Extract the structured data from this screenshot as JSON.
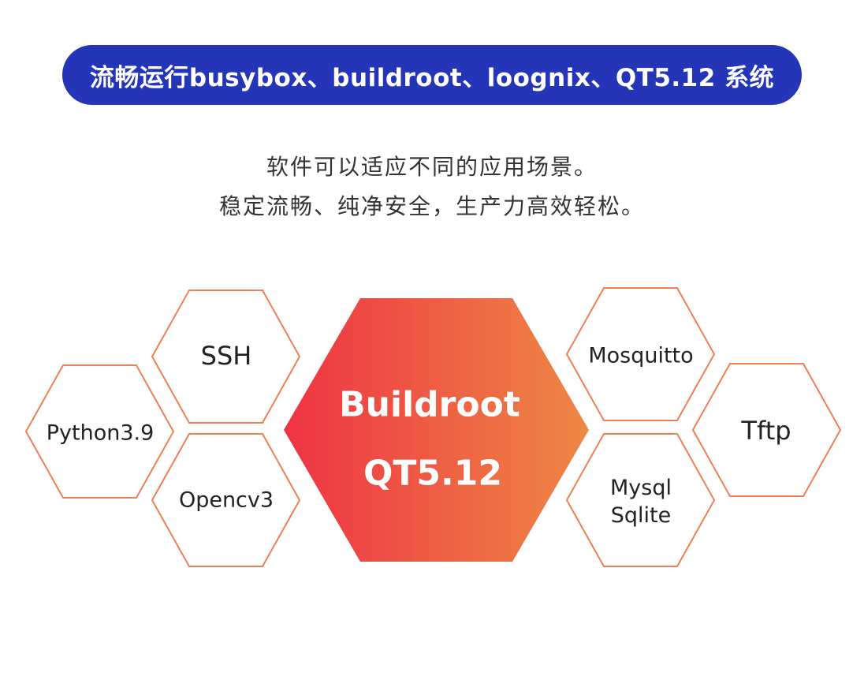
{
  "header": {
    "title": "流畅运行busybox、buildroot、loognix、QT5.12 系统"
  },
  "intro": {
    "line1": "软件可以适应不同的应用场景。",
    "line2": "稳定流畅、纯净安全，生产力高效轻松。"
  },
  "center": {
    "line1": "Buildroot",
    "line2": "QT5.12",
    "gradient_start": "#ee3344",
    "gradient_end": "#ee8844"
  },
  "hexagons": {
    "outline_color": "#ef7f55",
    "python": "Python3.9",
    "ssh": "SSH",
    "opencv": "Opencv3",
    "mosquitto": "Mosquitto",
    "tftp": "Tftp",
    "mysql": "Mysql",
    "sqlite": "Sqlite"
  }
}
